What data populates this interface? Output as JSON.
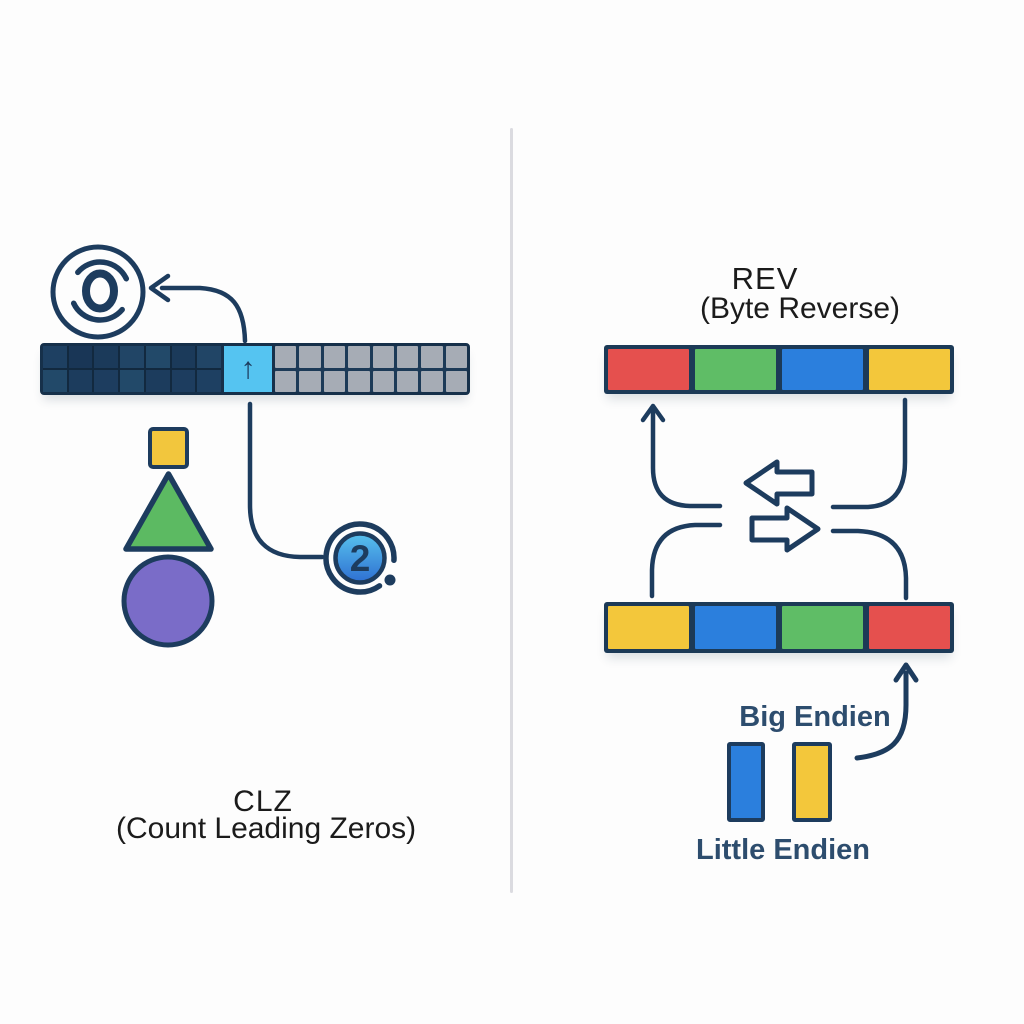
{
  "colors": {
    "navy": "#1d3c5e",
    "red": "#e5504e",
    "green": "#5fbd66",
    "blue": "#2b7fdd",
    "yellow": "#f3c73b",
    "cyan": "#55c4f1",
    "gray_cell": "#a6acb5",
    "purple": "#7a6cc8",
    "divider": "#dbdbe0"
  },
  "left": {
    "icons": {
      "zero": "zero-swirl-icon",
      "pointer": "curved-arrow-to-zero-icon"
    },
    "bit_bar": {
      "leading_cols": 7,
      "rows": 2,
      "trailing_cols": 8,
      "highlight_symbol": "↑"
    },
    "count_badge": {
      "value": "2"
    },
    "shapes": [
      "yellow-square",
      "green-triangle",
      "purple-circle"
    ],
    "caption": {
      "line1": "CLZ",
      "line2": "(Count Leading Zeros)"
    }
  },
  "right": {
    "title": {
      "line1": "REV",
      "line2": "(Byte Reverse)"
    },
    "top_bytes": [
      "red",
      "green",
      "blue",
      "yellow"
    ],
    "bottom_bytes": [
      "yellow",
      "blue",
      "green",
      "red"
    ],
    "labels": {
      "big": "Big Endien",
      "little": "Little Endien"
    },
    "legend": [
      "blue",
      "yellow"
    ]
  }
}
